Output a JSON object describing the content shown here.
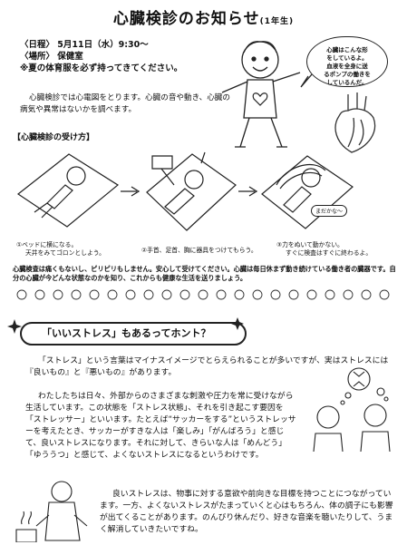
{
  "header": {
    "title": "心臓検診のお知らせ",
    "grade": "(1年生)"
  },
  "info": {
    "date": "〈日程〉 5月11日（水）9:30〜",
    "place": "〈場所〉 保健室",
    "note": "※夏の体育服を必ず持ってきてください。"
  },
  "intro": "心臓検診では心電図をとります。心臓の音や動き、心臓の病気や異常はないかを調べます。",
  "bubble": {
    "lines": [
      "心臓はこんな形",
      "をしているよ。",
      "血液を全身に送",
      "るポンプの働きを",
      "しているんだ。"
    ]
  },
  "flow": {
    "title": "【心臓検診の受け方】",
    "steps": [
      {
        "label": "①ベッドに横になる。",
        "sub": "天井をみてゴロンとしよう。"
      },
      {
        "label": "②手首、足首、胸に器具をつけてもらう。",
        "sub": ""
      },
      {
        "label": "③力をぬいて動かない。",
        "sub": "すぐに検査はすぐに終わるよ。"
      }
    ],
    "sticker": "まだかな〜"
  },
  "exam_note": "心臓検査は痛くもないし、ピリピリもしません。安心して受けてください。心臓は毎日休まず動き続けている働き者の臓器です。自分の心臓が今どんな状態なのかを知り、これからも健康な生活を送りましょう。",
  "section2": {
    "title": "「いいストレス」もあるってホント？",
    "p1": "「ストレス」という言葉はマイナスイメージでとらえられることが多いですが、実はストレスには『良いもの』と『悪いもの』があります。",
    "p2": "わたしたちは日々、外部からのさまざまな刺激や圧力を常に受けながら生活しています。この状態を「ストレス状態」、それを引き起こす要因を「ストレッサー」といいます。たとえば“サッカーをする”というストレッサーを考えたとき、サッカーがすきな人は「楽しみ」「がんばろう」と感じて、良いストレスになります。それに対して、きらいな人は「めんどう」「ゆううつ」と感じて、よくないストレスになるというわけです。",
    "p3": "良いストレスは、物事に対する意欲や前向きな目標を持つことにつながっています。一方、よくないストレスがたまっていくと心はもちろん、体の調子にも影響が出てくることがあります。のんびり休んだり、好きな音楽を聴いたりして、うまく解消していきたいですね。"
  }
}
